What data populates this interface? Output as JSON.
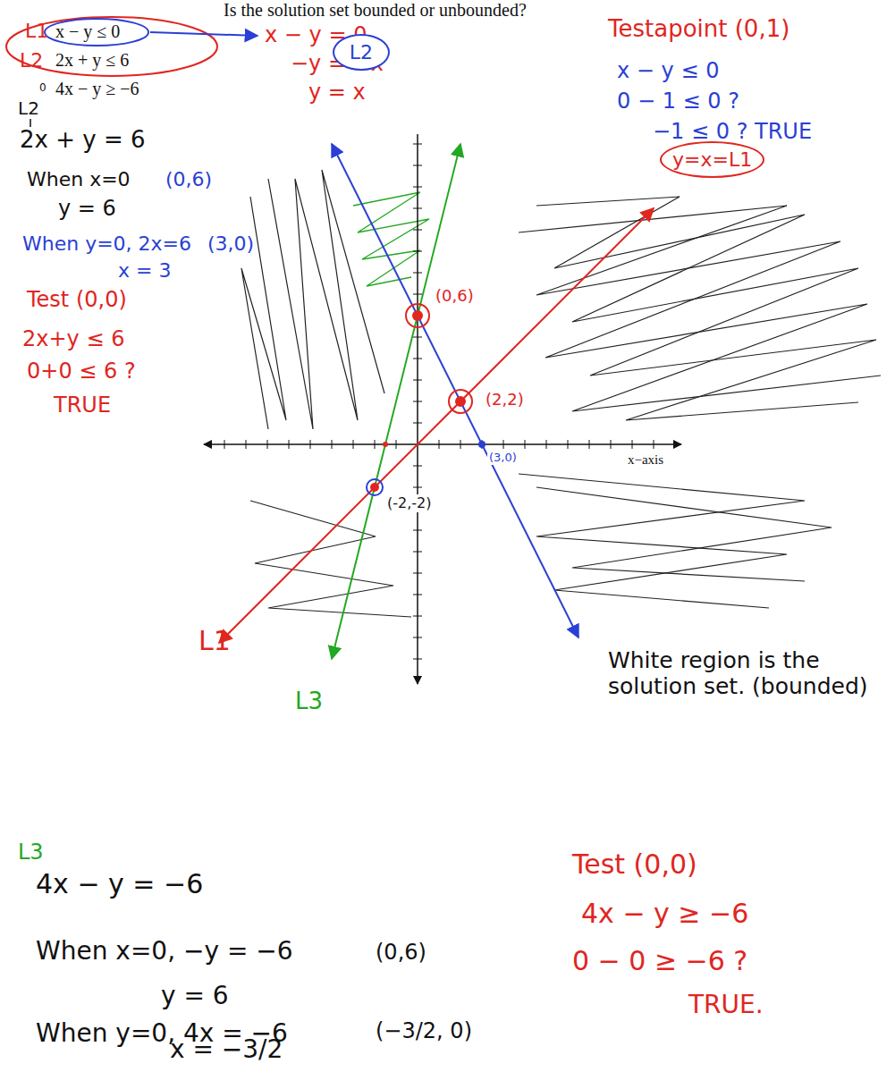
{
  "diagram": {
    "title": "Is the solution set bounded or unbounded?",
    "nodes": [
      {
        "text": [
          "L2"
        ]
      },
      {
        "text": [
          "y=x=L1"
        ]
      },
      {
        "text": [
          "(0,6)"
        ]
      },
      {
        "text": [
          "(2,2)"
        ]
      },
      {
        "text": [
          "(-2,-2)"
        ]
      }
    ],
    "labels": [
      "L1",
      "x − y ≤ 0",
      "L2",
      "2x + y ≤ 6",
      "0",
      "4x − y ≥ −6",
      "x − y = 0",
      "−y = −x",
      "y = x",
      "Testapoint (0,1)",
      "x − y ≤ 0",
      "0 − 1 ≤ 0 ?",
      "−1 ≤ 0 ? TRUE",
      "L2",
      "2x + y = 6",
      "When x=0",
      "(0,6)",
      "y = 6",
      "When y=0, 2x=6",
      "(3,0)",
      "x = 3",
      "Test (0,0)",
      "2x+y ≤ 6",
      "0+0 ≤ 6 ?",
      "TRUE",
      "(3,0)",
      "x−axis",
      "L1",
      "L3",
      "White region is the solution set. (bounded)",
      "L3",
      "4x − y = −6",
      "When x=0, −y = −6",
      "(0,6)",
      "y = 6",
      "When y=0, 4x = −6",
      "(−3/2, 0)",
      "x = −3/2",
      "Test (0,0)",
      "4x − y ≥ −6",
      "0 − 0 ≥ −6 ?",
      "TRUE."
    ]
  }
}
